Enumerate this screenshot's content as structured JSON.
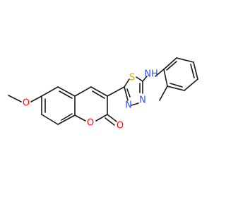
{
  "molecule": {
    "atoms": {
      "O_methoxy": {
        "symbol": "O",
        "color": "#ff0d0d"
      },
      "N_amine": {
        "symbol": "NH",
        "color": "#3050f8"
      },
      "S_ring": {
        "symbol": "S",
        "color": "#c9b200"
      },
      "N_ring_1": {
        "symbol": "N",
        "color": "#3050f8"
      },
      "N_ring_2": {
        "symbol": "N",
        "color": "#3050f8"
      },
      "O_ring": {
        "symbol": "O",
        "color": "#ff0d0d"
      },
      "O_carbonyl": {
        "symbol": "O",
        "color": "#ff0d0d"
      }
    },
    "bond_color": "#1a1a1a"
  }
}
